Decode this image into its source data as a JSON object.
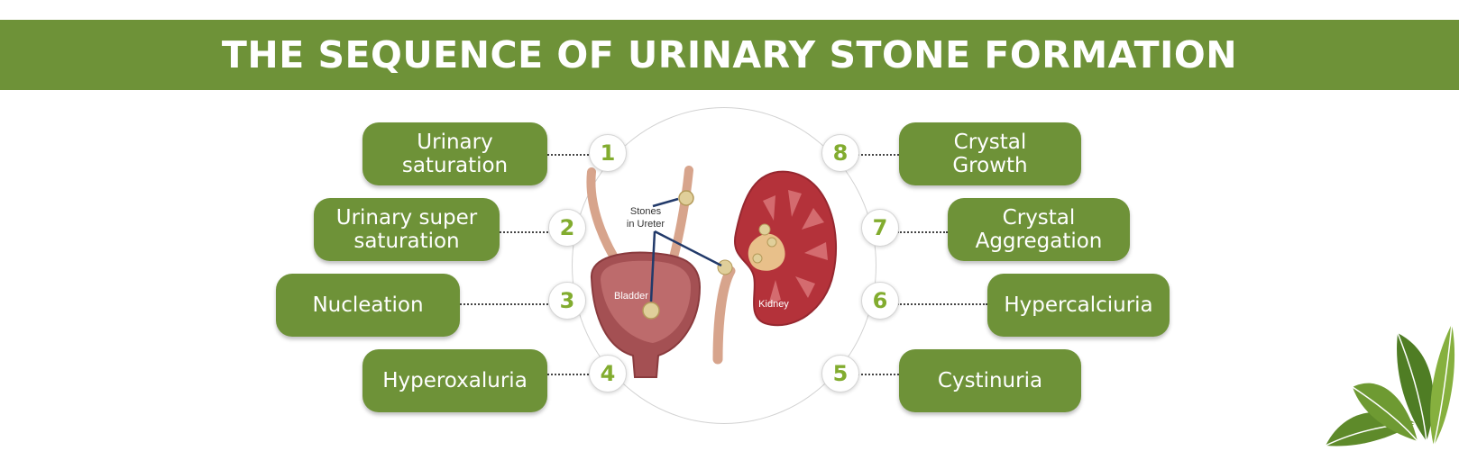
{
  "title": "THE SEQUENCE OF URINARY STONE FORMATION",
  "illustration": {
    "stones_label_line1": "Stones",
    "stones_label_line2": "in Ureter",
    "bladder_label": "Bladder",
    "kidney_label": "Kidney"
  },
  "steps": [
    {
      "number": "1",
      "label": "Urinary\nsaturation"
    },
    {
      "number": "2",
      "label": "Urinary super\nsaturation"
    },
    {
      "number": "3",
      "label": "Nucleation"
    },
    {
      "number": "4",
      "label": "Hyperoxaluria"
    },
    {
      "number": "5",
      "label": "Cystinuria"
    },
    {
      "number": "6",
      "label": "Hypercalciuria"
    },
    {
      "number": "7",
      "label": "Crystal\nAggregation"
    },
    {
      "number": "8",
      "label": "Crystal\nGrowth"
    }
  ],
  "colors": {
    "brand_green": "#6e9238",
    "number_green": "#82ac2f",
    "kidney_red": "#b4323a",
    "bladder_red": "#a45053"
  }
}
